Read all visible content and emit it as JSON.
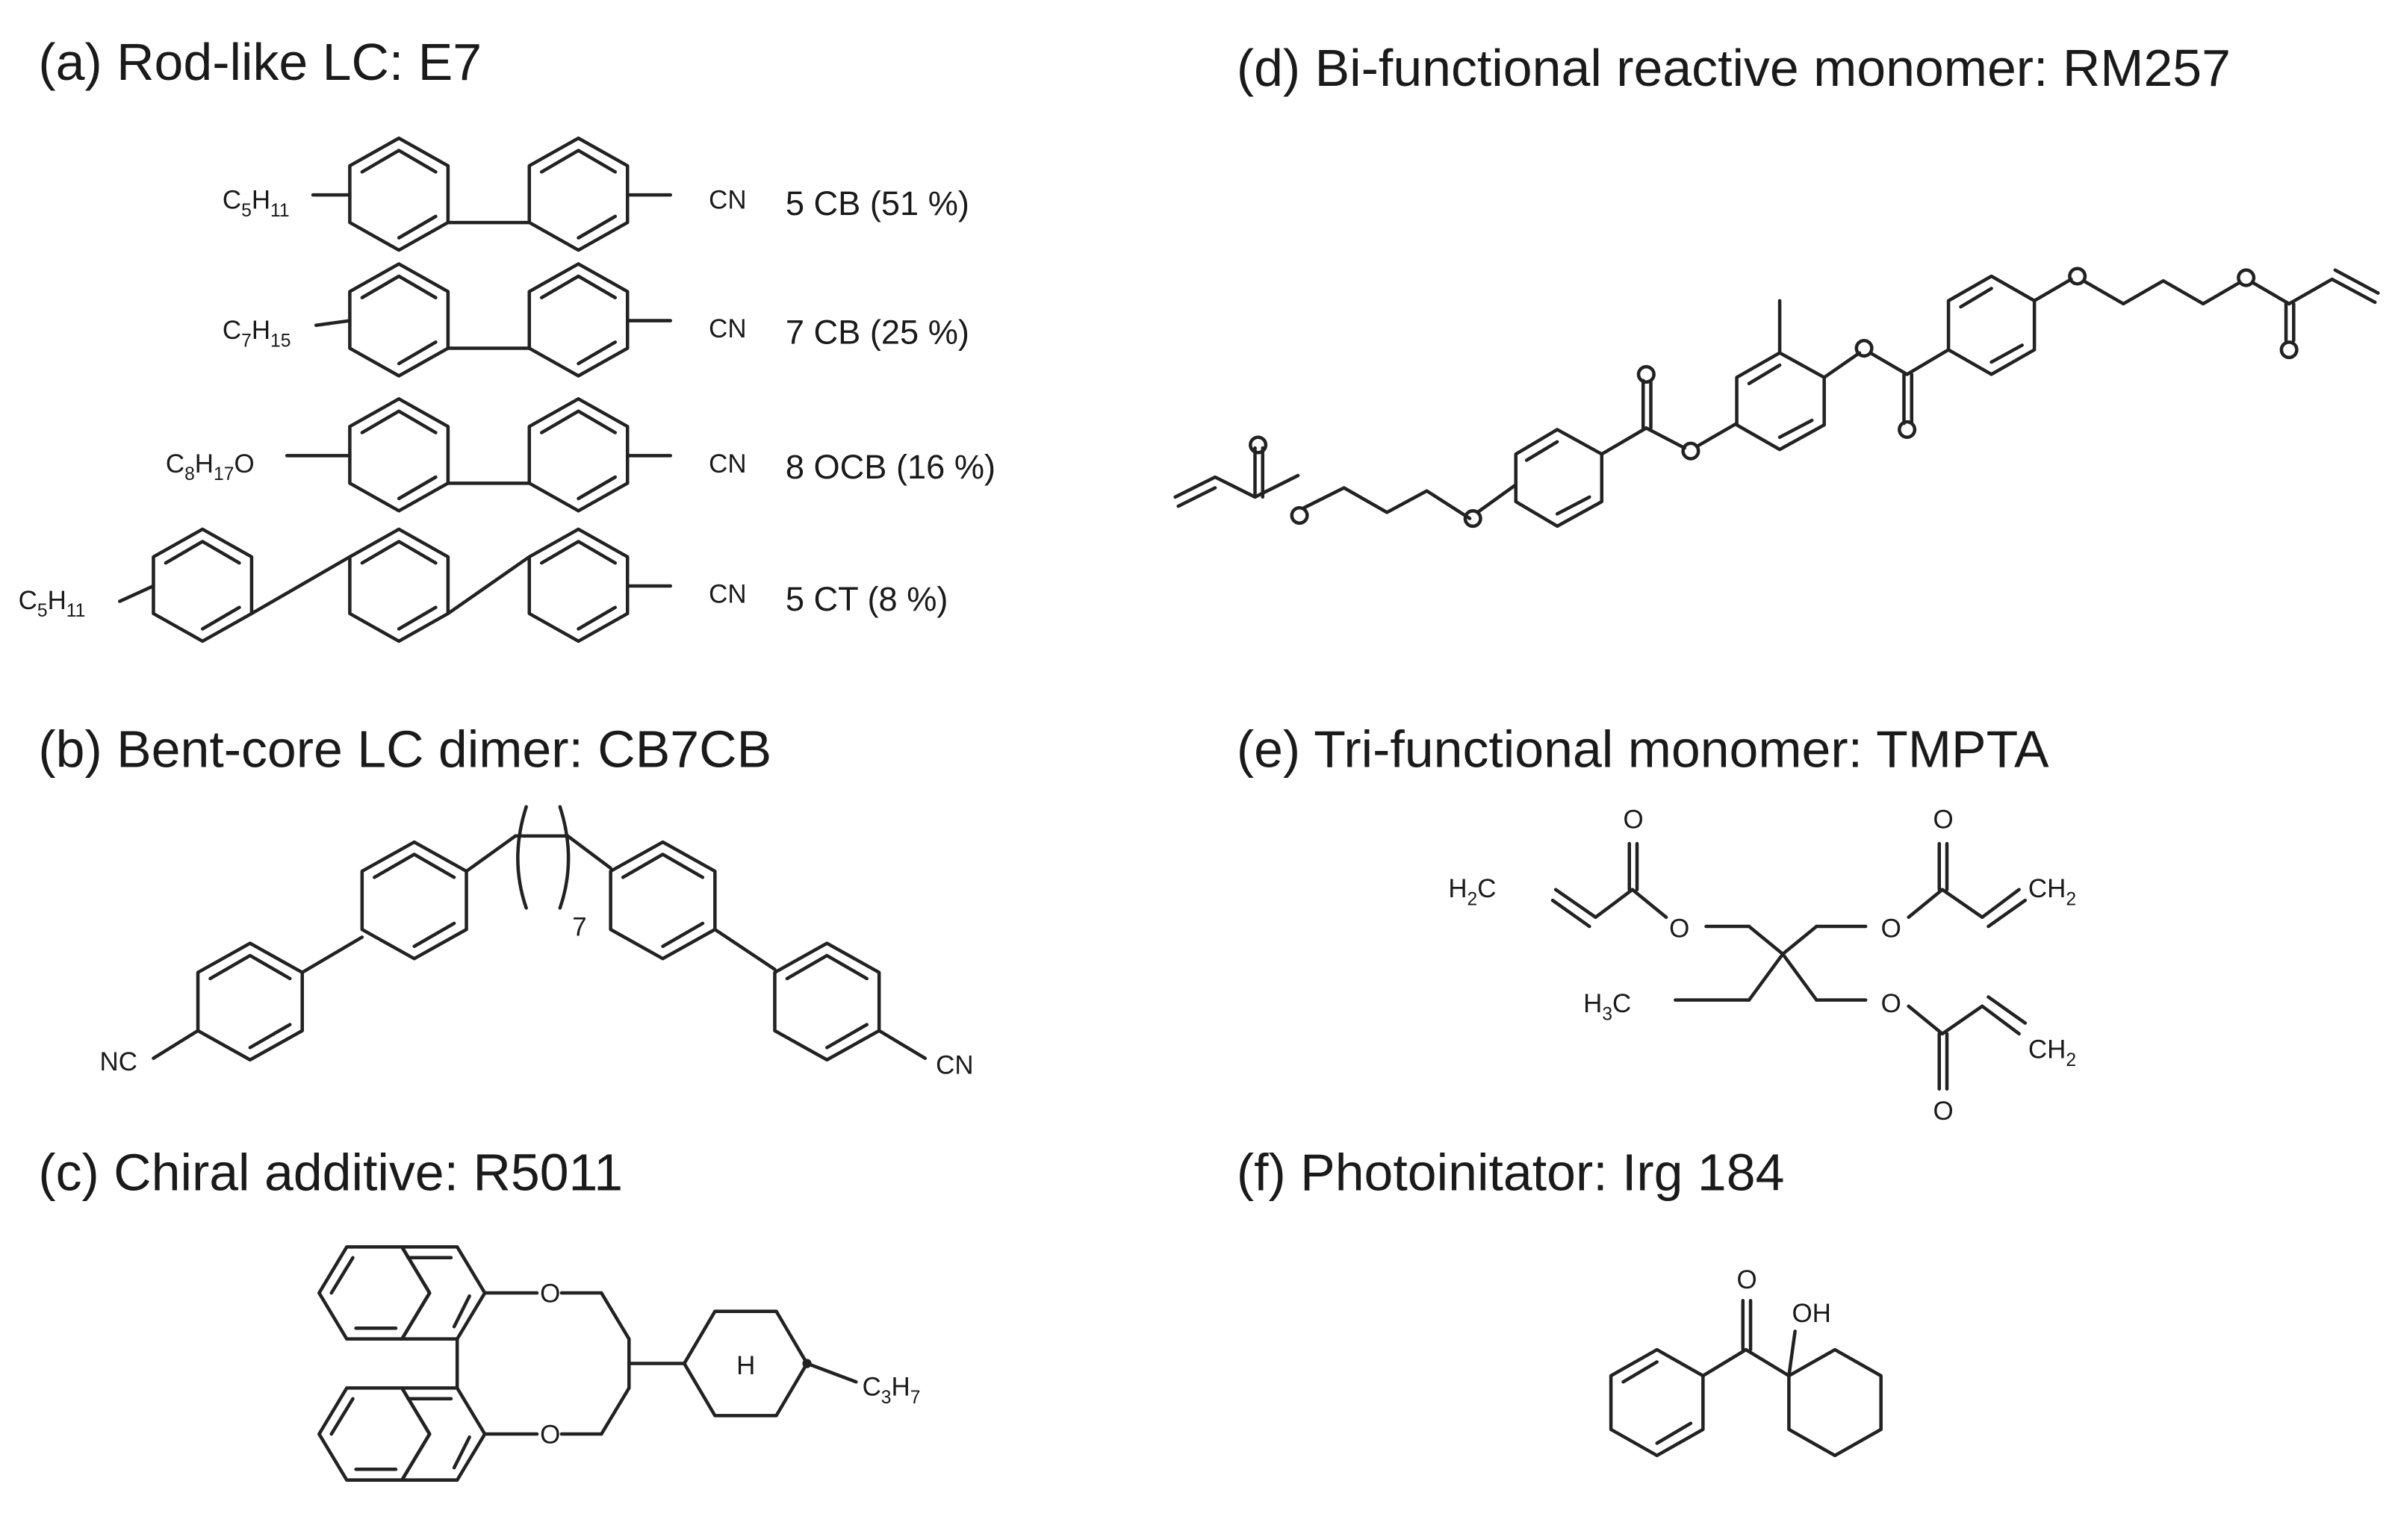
{
  "panels": {
    "a": {
      "title": "(a) Rod-like LC: E7",
      "rows": [
        {
          "substituent": "C5H11",
          "sub_main": "C",
          "sub_n1": "5",
          "sub_h": "H",
          "sub_n2": "11",
          "compound": "5 CB (51 %)"
        },
        {
          "substituent": "C7H15",
          "sub_main": "C",
          "sub_n1": "7",
          "sub_h": "H",
          "sub_n2": "15",
          "compound": "7 CB (25 %)"
        },
        {
          "substituent": "C8H17O",
          "sub_main": "C",
          "sub_n1": "8",
          "sub_h": "H",
          "sub_n2": "17",
          "sub_tail": "O",
          "compound": "8 OCB (16 %)"
        },
        {
          "substituent": "C5H11",
          "sub_main": "C",
          "sub_n1": "5",
          "sub_h": "H",
          "sub_n2": "11",
          "compound": "5 CT (8 %)"
        }
      ],
      "cn": "CN"
    },
    "b": {
      "title": "(b) Bent-core LC dimer: CB7CB",
      "left_group": "NC",
      "right_group": "CN",
      "spacer_count": "7"
    },
    "c": {
      "title": "(c) Chiral additive: R5011",
      "o_top": "O",
      "o_bottom": "O",
      "ring_h": "H",
      "tail_c": "C",
      "tail_n1": "3",
      "tail_h": "H",
      "tail_n2": "7"
    },
    "d": {
      "title": "(d) Bi-functional reactive monomer: RM257"
    },
    "e": {
      "title": "(e) Tri-functional monomer: TMPTA",
      "h2c": "H",
      "h2c_n": "2",
      "h2c_c": "C",
      "ch2_a": "CH",
      "ch2_a_n": "2",
      "ch2_b": "CH",
      "ch2_b_n": "2",
      "h3c": "H",
      "h3c_n": "3",
      "h3c_c": "C",
      "o": "O"
    },
    "f": {
      "title": "(f) Photoinitator: Irg 184",
      "oh": "OH",
      "o": "O"
    }
  }
}
